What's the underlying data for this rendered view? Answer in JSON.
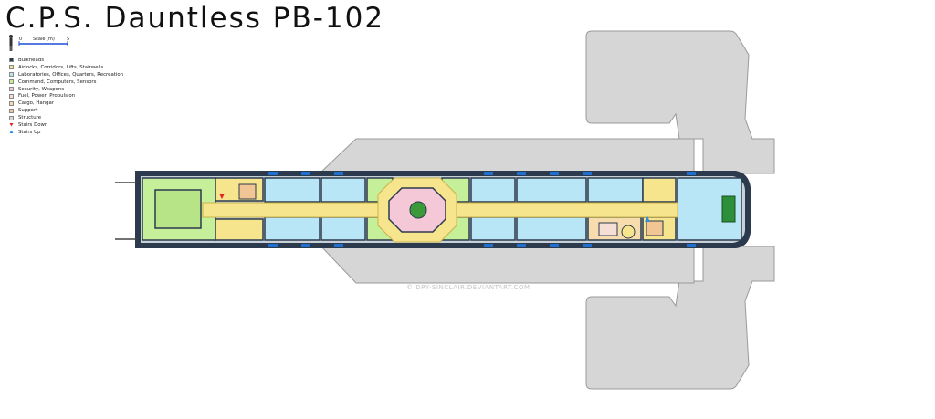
{
  "title": "C.P.S. Dauntless PB-102",
  "scale": {
    "label": "Scale (m)",
    "start": "0",
    "end": "5"
  },
  "legend": [
    {
      "label": "Bulkheads",
      "color": "#2c3a4e",
      "icon": "square"
    },
    {
      "label": "Airlocks, Corridors, Lifts, Stairwells",
      "color": "#f6e58c",
      "icon": "square"
    },
    {
      "label": "Laboratories, Offices, Quarters, Recreation",
      "color": "#b9e6f7",
      "icon": "square"
    },
    {
      "label": "Command, Computers, Sensors",
      "color": "#c6ef9a",
      "icon": "square"
    },
    {
      "label": "Security, Weapons",
      "color": "#f4c8d6",
      "icon": "square"
    },
    {
      "label": "Fuel, Power, Propulsion",
      "color": "#f5ded6",
      "icon": "square"
    },
    {
      "label": "Cargo, Hangar",
      "color": "#f7dcae",
      "icon": "square"
    },
    {
      "label": "Support",
      "color": "#f1c594",
      "icon": "square"
    },
    {
      "label": "Structure",
      "color": "#d8d8d8",
      "icon": "square"
    },
    {
      "label": "Stairs Down",
      "color": "#e52222",
      "icon": "arrow-down-icon"
    },
    {
      "label": "Stairs Up",
      "color": "#2b8ee0",
      "icon": "arrow-up-icon"
    }
  ],
  "watermark": "© DRY-SINCLAIR.DEVIANTART.COM"
}
